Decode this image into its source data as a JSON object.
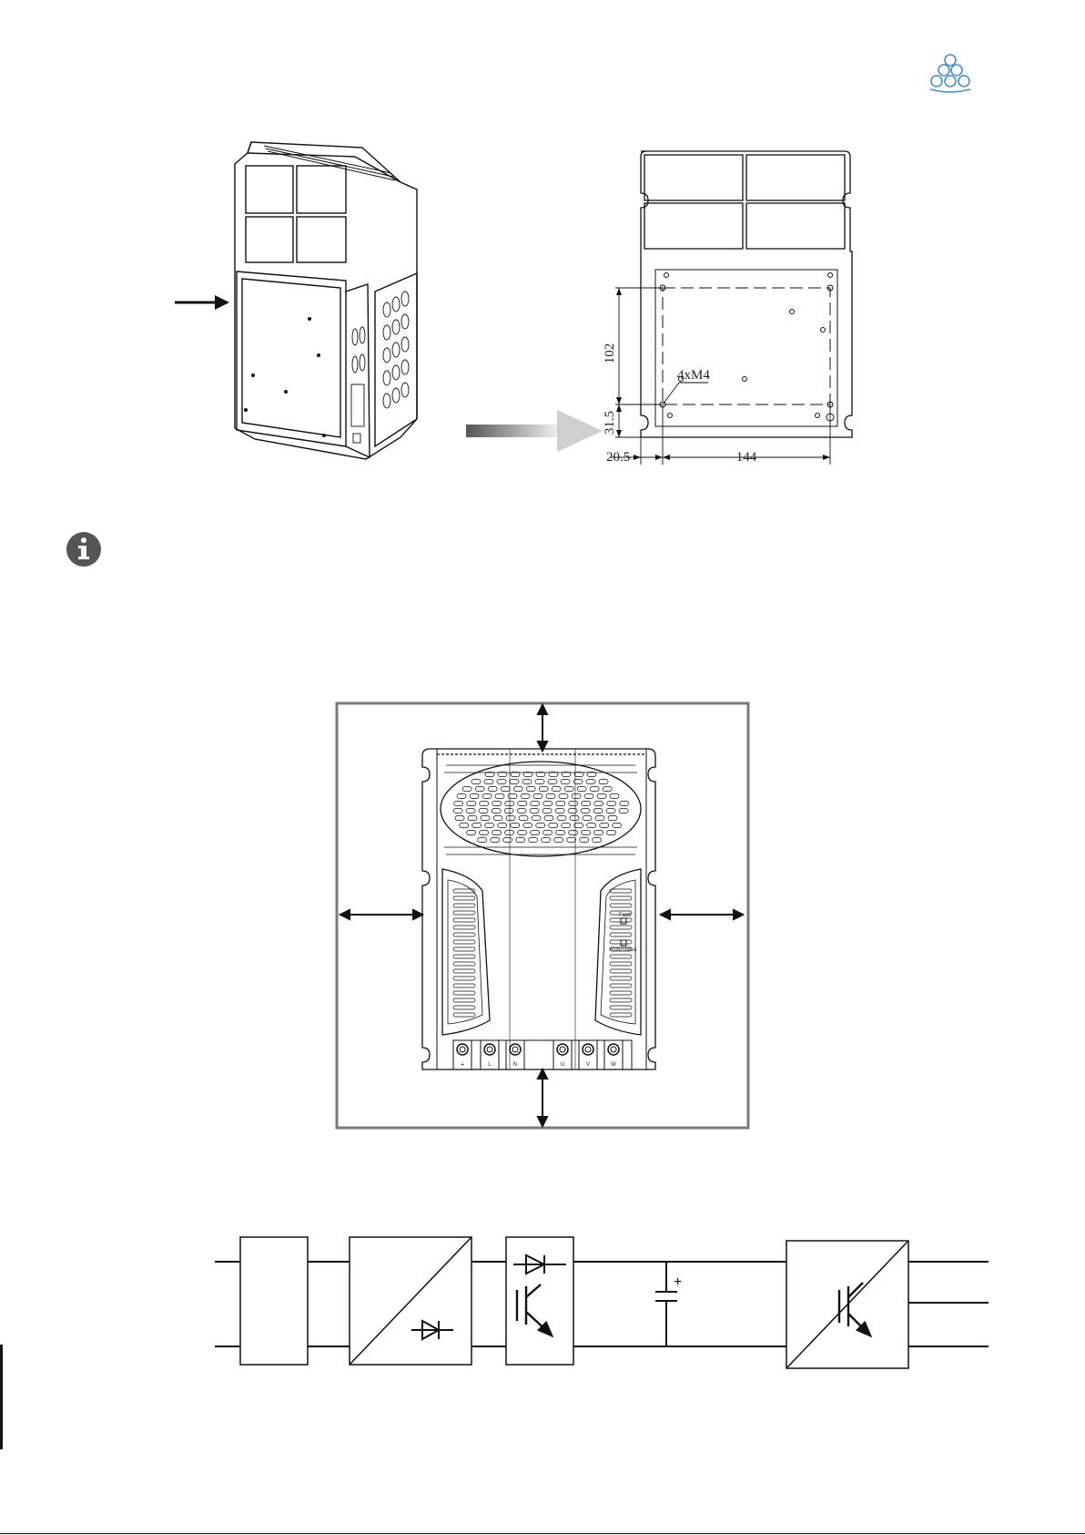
{
  "logo": {
    "icon": "clover-logo-icon"
  },
  "figure_mounting": {
    "dimensions": {
      "height_main": "102",
      "height_offset": "31.5",
      "width_offset": "20.5",
      "width_main": "144",
      "hole_spec": "4xM4"
    }
  },
  "info_note": {
    "icon": "info-icon"
  },
  "figure_clearance": {
    "terminals": [
      "⏚",
      "L",
      "N",
      "U",
      "V",
      "W"
    ],
    "leds": [
      "Fault",
      "Run/Status"
    ]
  },
  "figure_block_diagram": {
    "capacitor_polarity": "+"
  },
  "colors": {
    "line": "#111111",
    "frame": "#7a7a7a",
    "icon": "#555555",
    "logo": "#4a8fc4"
  }
}
